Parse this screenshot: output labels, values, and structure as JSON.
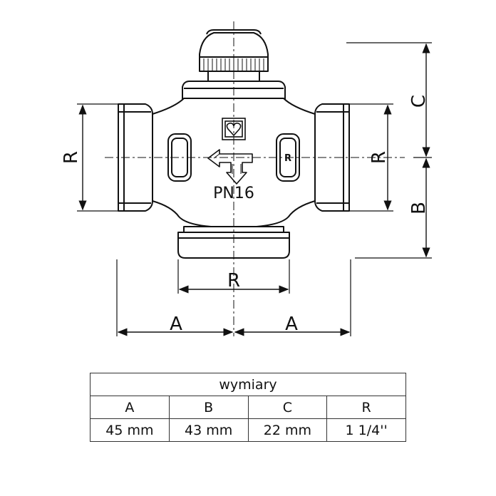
{
  "labels": {
    "left_R": "R",
    "right_R": "R",
    "bottom_R": "R",
    "left_A": "A",
    "right_A": "A",
    "C": "C",
    "B": "B",
    "pressure": "PN16",
    "port_mark": "R"
  },
  "table": {
    "title": "wymiary",
    "headers": [
      "A",
      "B",
      "C",
      "R"
    ],
    "values": [
      "45 mm",
      "43 mm",
      "22 mm",
      "1 1/4''"
    ]
  },
  "colors": {
    "line": "#111111",
    "fill": "#ffffff",
    "table_border": "#333333"
  },
  "icons": [
    "heart-icon",
    "flow-arrow-icon"
  ]
}
